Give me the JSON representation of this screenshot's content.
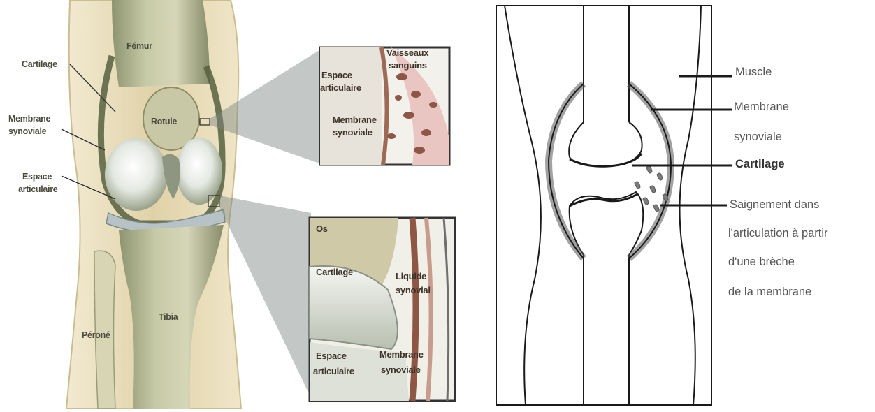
{
  "left_figure": {
    "labels": {
      "femur": "Fémur",
      "cartilage": "Cartilage",
      "membrane_synoviale": [
        "Membrane",
        "synoviale"
      ],
      "rotule": "Rotule",
      "espace_articulaire": [
        "Espace",
        "articulaire"
      ],
      "perone": "Péroné",
      "tibia": "Tibia"
    },
    "inset_top": {
      "espace_articulaire": [
        "Espace",
        "articulaire"
      ],
      "vaisseaux_sanguins": [
        "Vaisseaux",
        "sanguins"
      ],
      "membrane_synoviale": [
        "Membrane",
        "synoviale"
      ]
    },
    "inset_bottom": {
      "os": "Os",
      "cartilage": "Cartilage",
      "liquide_synovial": [
        "Liquide",
        "synovial"
      ],
      "espace_articulaire": [
        "Espace",
        "articulaire"
      ],
      "membrane_synoviale": [
        "Membrane",
        "synoviale"
      ]
    }
  },
  "right_figure": {
    "labels": {
      "muscle": "Muscle",
      "membrane_synoviale": [
        "Membrane",
        "synoviale"
      ],
      "cartilage": "Cartilage",
      "saignement": [
        "Saignement dans",
        "l'articulation à partir",
        "d'une brèche",
        "de la membrane"
      ]
    }
  },
  "colors": {
    "bone_light": "#eef0ea",
    "bone_shadow": "#a9ad8f",
    "muscle_tan": "#d9caa0",
    "tissue_pink": "#e9c6c2",
    "vessel": "#8e5645",
    "blood_gray": "#7d7d7d"
  }
}
